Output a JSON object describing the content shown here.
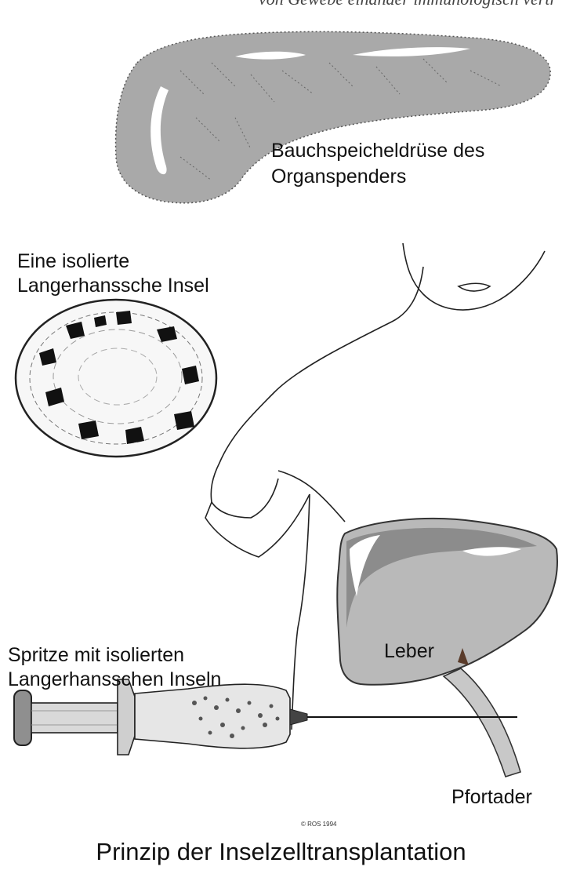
{
  "top_text": "von Gewebe einander immunologisch vertr",
  "labels": {
    "pancreas_line1": "Bauchspeicheldrüse des",
    "pancreas_line2": "Organspenders",
    "islet_line1": "Eine isolierte",
    "islet_line2": "Langerhanssche Insel",
    "syringe_line1": "Spritze mit isolierten",
    "syringe_line2": "Langerhansschen Inseln",
    "liver": "Leber",
    "portal_vein": "Pfortader"
  },
  "copyright": "© ROS 1994",
  "caption": "Prinzip der Inselzelltransplantation",
  "colors": {
    "organ_gray": "#a9a9a9",
    "liver_gray": "#b9b9b9",
    "dark_cell": "#111111"
  }
}
